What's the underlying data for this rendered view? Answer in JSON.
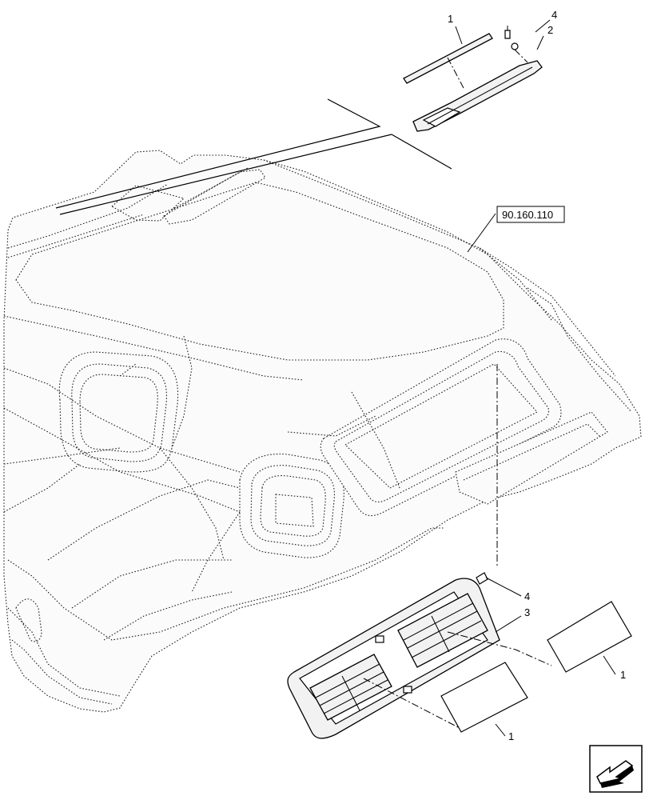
{
  "diagram": {
    "reference_code": "90.160.110",
    "callouts": [
      {
        "id": "top-1",
        "text": "1"
      },
      {
        "id": "top-4",
        "text": "4"
      },
      {
        "id": "top-2",
        "text": "2"
      },
      {
        "id": "bot-4",
        "text": "4"
      },
      {
        "id": "bot-3",
        "text": "3"
      },
      {
        "id": "right-1",
        "text": "1"
      },
      {
        "id": "bottom-1",
        "text": "1"
      }
    ],
    "nav_icon": "arrow-next-page-icon"
  }
}
